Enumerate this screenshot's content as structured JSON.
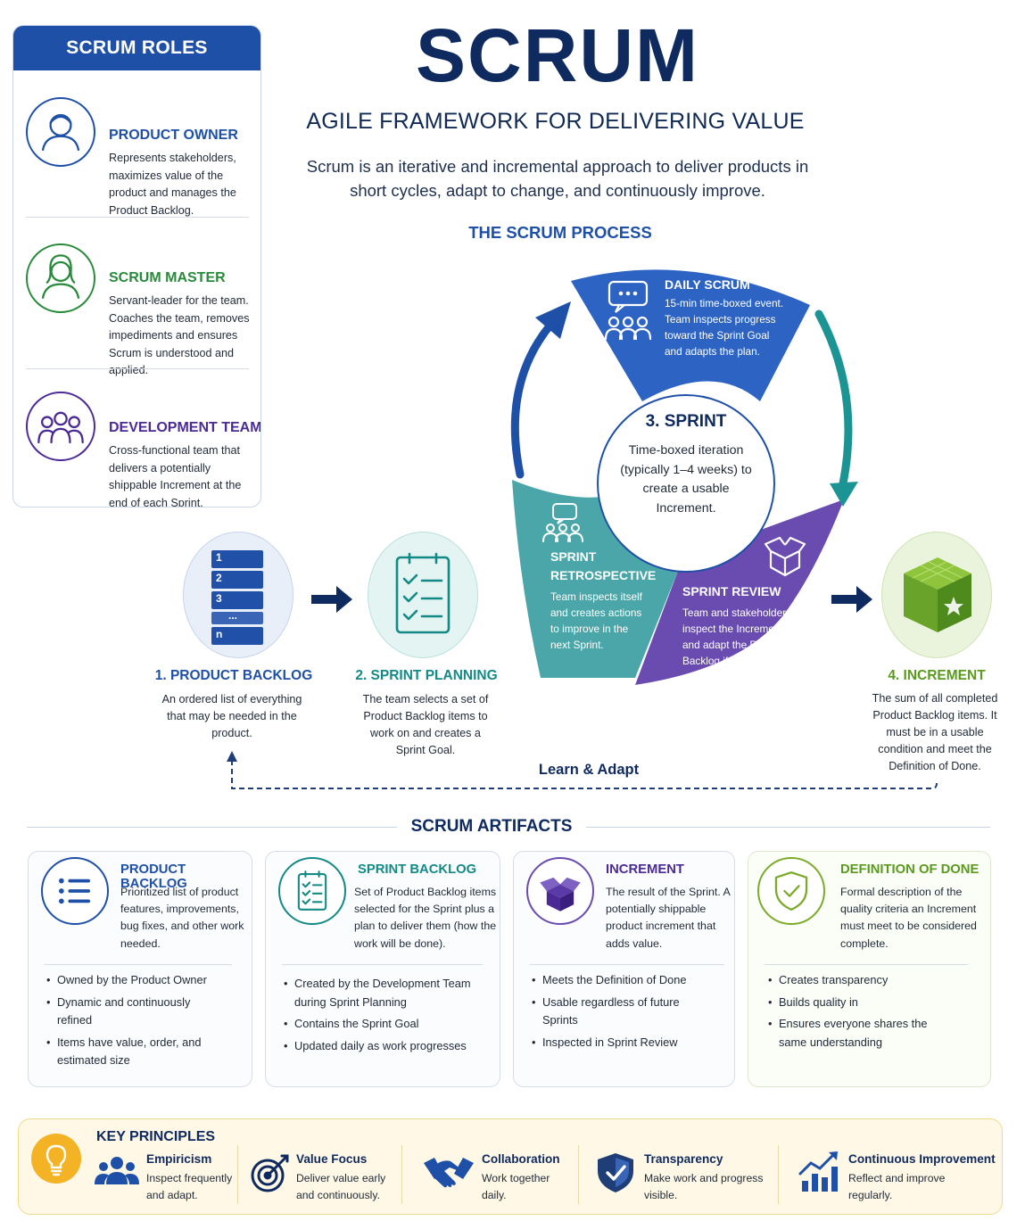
{
  "colors": {
    "navy": "#0f2a5f",
    "blue": "#1f50a8",
    "green": "#2a8a3c",
    "purple": "#4b2a96",
    "teal": "#159a9a",
    "olive": "#7cab2a",
    "gold": "#f4b324"
  },
  "header": {
    "title": "SCRUM",
    "subtitle": "AGILE FRAMEWORK FOR DELIVERING VALUE",
    "intro": "Scrum is an iterative and incremental approach to deliver products in short cycles, adapt to change, and continuously improve."
  },
  "roles": {
    "heading": "SCRUM ROLES",
    "items": [
      {
        "title": "PRODUCT OWNER",
        "desc": "Represents stakeholders, maximizes value of the product and manages the Product Backlog.",
        "icon": "person-icon"
      },
      {
        "title": "SCRUM MASTER",
        "desc": "Servant-leader for the team. Coaches the team, removes impediments and ensures Scrum is understood and applied.",
        "icon": "person-long-hair-icon"
      },
      {
        "title": "DEVELOPMENT TEAM",
        "desc": "Cross-functional team that delivers a potentially shippable Increment at the end of each Sprint.",
        "icon": "team-icon"
      }
    ]
  },
  "process": {
    "heading": "THE SCRUM PROCESS",
    "backlog": {
      "title": "1. PRODUCT BACKLOG",
      "desc": "An ordered list of everything that may be needed in the product.",
      "list_items": [
        "1",
        "2",
        "3",
        "...",
        "n"
      ]
    },
    "planning": {
      "title": "2. SPRINT PLANNING",
      "desc": "The team selects a set of Product Backlog items to work on and creates a Sprint Goal."
    },
    "sprint": {
      "title": "3. SPRINT",
      "desc": "Time-boxed iteration (typically 1–4 weeks) to create a usable Increment."
    },
    "daily": {
      "title": "DAILY SCRUM",
      "desc": "15-min time-boxed event. Team inspects progress toward the Sprint Goal and adapts the plan."
    },
    "retro": {
      "title": "SPRINT RETROSPECTIVE",
      "desc": "Team inspects itself and creates actions to improve in the next Sprint."
    },
    "review": {
      "title": "SPRINT REVIEW",
      "desc": "Team and stakeholders inspect the Increment and adapt the Product Backlog if needed."
    },
    "increment": {
      "title": "4. INCREMENT",
      "desc": "The sum of all completed Product Backlog items. It must be in a usable condition and meet the Definition of Done."
    },
    "loop_label": "Learn & Adapt"
  },
  "artifacts": {
    "heading": "SCRUM ARTIFACTS",
    "cards": [
      {
        "title": "PRODUCT BACKLOG",
        "desc": "Prioritized list of product features, improvements, bug fixes, and other work needed.",
        "bullets": [
          "Owned by the Product Owner",
          "Dynamic and continuously refined",
          "Items have value, order, and estimated size"
        ],
        "icon": "list-icon"
      },
      {
        "title": "SPRINT BACKLOG",
        "desc": "Set of Product Backlog items selected for the Sprint plus a plan to deliver them (how the work will be done).",
        "bullets": [
          "Created by the Development Team during Sprint Planning",
          "Contains the Sprint Goal",
          "Updated daily as work progresses"
        ],
        "icon": "clipboard-check-icon"
      },
      {
        "title": "INCREMENT",
        "desc": "The result of the Sprint. A potentially shippable product increment that adds value.",
        "bullets": [
          "Meets the Definition of Done",
          "Usable regardless of future Sprints",
          "Inspected in Sprint Review"
        ],
        "icon": "box-icon"
      },
      {
        "title": "DEFINITION OF DONE",
        "desc": "Formal description of the quality criteria an Increment must meet to be considered complete.",
        "bullets": [
          "Creates transparency",
          "Builds quality in",
          "Ensures everyone shares the same understanding"
        ],
        "icon": "shield-check-icon"
      }
    ]
  },
  "principles": {
    "heading": "KEY PRINCIPLES",
    "items": [
      {
        "title": "Empiricism",
        "desc": "Inspect frequently and adapt.",
        "icon": "people-icon"
      },
      {
        "title": "Value Focus",
        "desc": "Deliver value early and continuously.",
        "icon": "target-icon"
      },
      {
        "title": "Collaboration",
        "desc": "Work together daily.",
        "icon": "handshake-icon"
      },
      {
        "title": "Transparency",
        "desc": "Make work and progress visible.",
        "icon": "shield-check-icon"
      },
      {
        "title": "Continuous Improvement",
        "desc": "Reflect and improve regularly.",
        "icon": "chart-up-icon"
      }
    ]
  }
}
